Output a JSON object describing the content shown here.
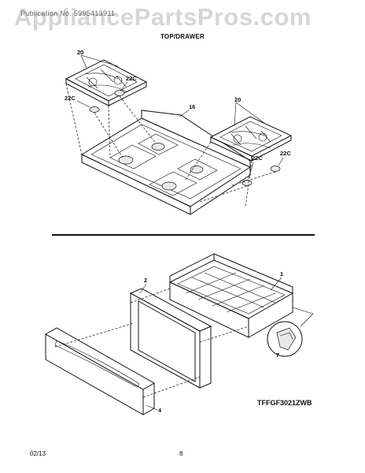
{
  "header": {
    "left_text": "Publication No. 5995413911",
    "watermark": "AppliancePartsPros.com",
    "section_title": "TOP/DRAWER"
  },
  "callouts": {
    "grate_left": "20",
    "grate_right": "20",
    "foot_left_1": "22C",
    "foot_left_2": "22C",
    "foot_right_1": "22C",
    "foot_right_2": "22C",
    "cooktop": "16",
    "drawer_body": "1",
    "drawer_frame": "2",
    "drawer_panel": "4",
    "drawer_clip": "7"
  },
  "model_number": "TFFGF3021ZWB",
  "footer": {
    "date": "02/13",
    "page": "8"
  }
}
